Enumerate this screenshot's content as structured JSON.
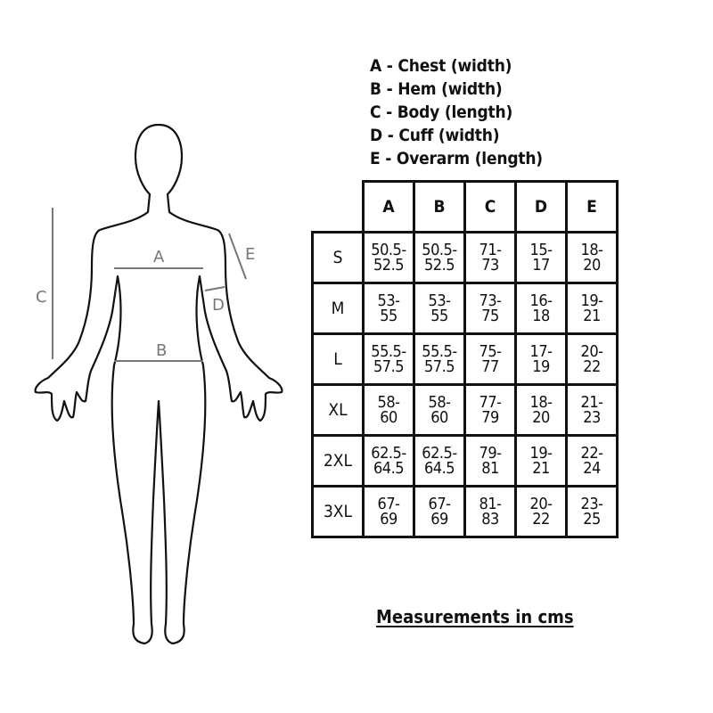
{
  "figure": {
    "letters": {
      "a": "A",
      "b": "B",
      "c": "C",
      "d": "D",
      "e": "E"
    }
  },
  "legend": [
    "A - Chest (width)",
    "B - Hem (width)",
    "C - Body (length)",
    "D - Cuff (width)",
    "E - Overarm (length)"
  ],
  "table": {
    "columns": [
      "A",
      "B",
      "C",
      "D",
      "E"
    ],
    "rows": [
      {
        "size": "S",
        "cells": [
          [
            "50.5-",
            "52.5"
          ],
          [
            "50.5-",
            "52.5"
          ],
          [
            "71-",
            "73"
          ],
          [
            "15-",
            "17"
          ],
          [
            "18-",
            "20"
          ]
        ]
      },
      {
        "size": "M",
        "cells": [
          [
            "53-",
            "55"
          ],
          [
            "53-",
            "55"
          ],
          [
            "73-",
            "75"
          ],
          [
            "16-",
            "18"
          ],
          [
            "19-",
            "21"
          ]
        ]
      },
      {
        "size": "L",
        "cells": [
          [
            "55.5-",
            "57.5"
          ],
          [
            "55.5-",
            "57.5"
          ],
          [
            "75-",
            "77"
          ],
          [
            "17-",
            "19"
          ],
          [
            "20-",
            "22"
          ]
        ]
      },
      {
        "size": "XL",
        "cells": [
          [
            "58-",
            "60"
          ],
          [
            "58-",
            "60"
          ],
          [
            "77-",
            "79"
          ],
          [
            "18-",
            "20"
          ],
          [
            "21-",
            "23"
          ]
        ]
      },
      {
        "size": "2XL",
        "cells": [
          [
            "62.5-",
            "64.5"
          ],
          [
            "62.5-",
            "64.5"
          ],
          [
            "79-",
            "81"
          ],
          [
            "19-",
            "21"
          ],
          [
            "22-",
            "24"
          ]
        ]
      },
      {
        "size": "3XL",
        "cells": [
          [
            "67-",
            "69"
          ],
          [
            "67-",
            "69"
          ],
          [
            "81-",
            "83"
          ],
          [
            "20-",
            "22"
          ],
          [
            "23-",
            "25"
          ]
        ]
      }
    ]
  },
  "footnote": "Measurements in cms"
}
